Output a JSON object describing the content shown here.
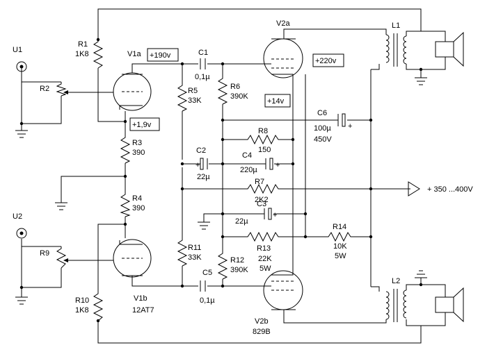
{
  "labels": {
    "u1": "U1",
    "u2": "U2",
    "r1": "R1",
    "r1_val": "1K8",
    "r2": "R2",
    "r3": "R3",
    "r3_val": "390",
    "r4": "R4",
    "r4_val": "390",
    "r5": "R5",
    "r5_val": "33K",
    "r6": "R6",
    "r6_val": "390K",
    "r7": "R7",
    "r7_val": "2K2",
    "r8": "R8",
    "r8_val": "150",
    "r9": "R9",
    "r10": "R10",
    "r10_val": "1K8",
    "r11": "R11",
    "r11_val": "33K",
    "r12": "R12",
    "r12_val": "390K",
    "r13": "R13",
    "r13_val1": "22K",
    "r13_val2": "5W",
    "r14": "R14",
    "r14_val1": "10K",
    "r14_val2": "5W",
    "c1": "C1",
    "c1_val": "0,1µ",
    "c2": "C2",
    "c2_val": "22µ",
    "c3": "C3",
    "c3_val": "22µ",
    "c4": "C4",
    "c4_val": "220µ",
    "c5": "C5",
    "c5_val": "0,1µ",
    "c6": "C6",
    "c6_val1": "100µ",
    "c6_val2": "450V",
    "v1a": "V1a",
    "v1b": "V1b",
    "v1b_type": "12AT7",
    "v2a": "V2a",
    "v2b": "V2b",
    "v2b_type": "829B",
    "l1": "L1",
    "l2": "L2",
    "supply": "+ 350 ...400V",
    "volt_190": "+190v",
    "volt_220": "+220v",
    "volt_14": "+14v",
    "volt_19": "+1,9v",
    "plus": "+"
  }
}
